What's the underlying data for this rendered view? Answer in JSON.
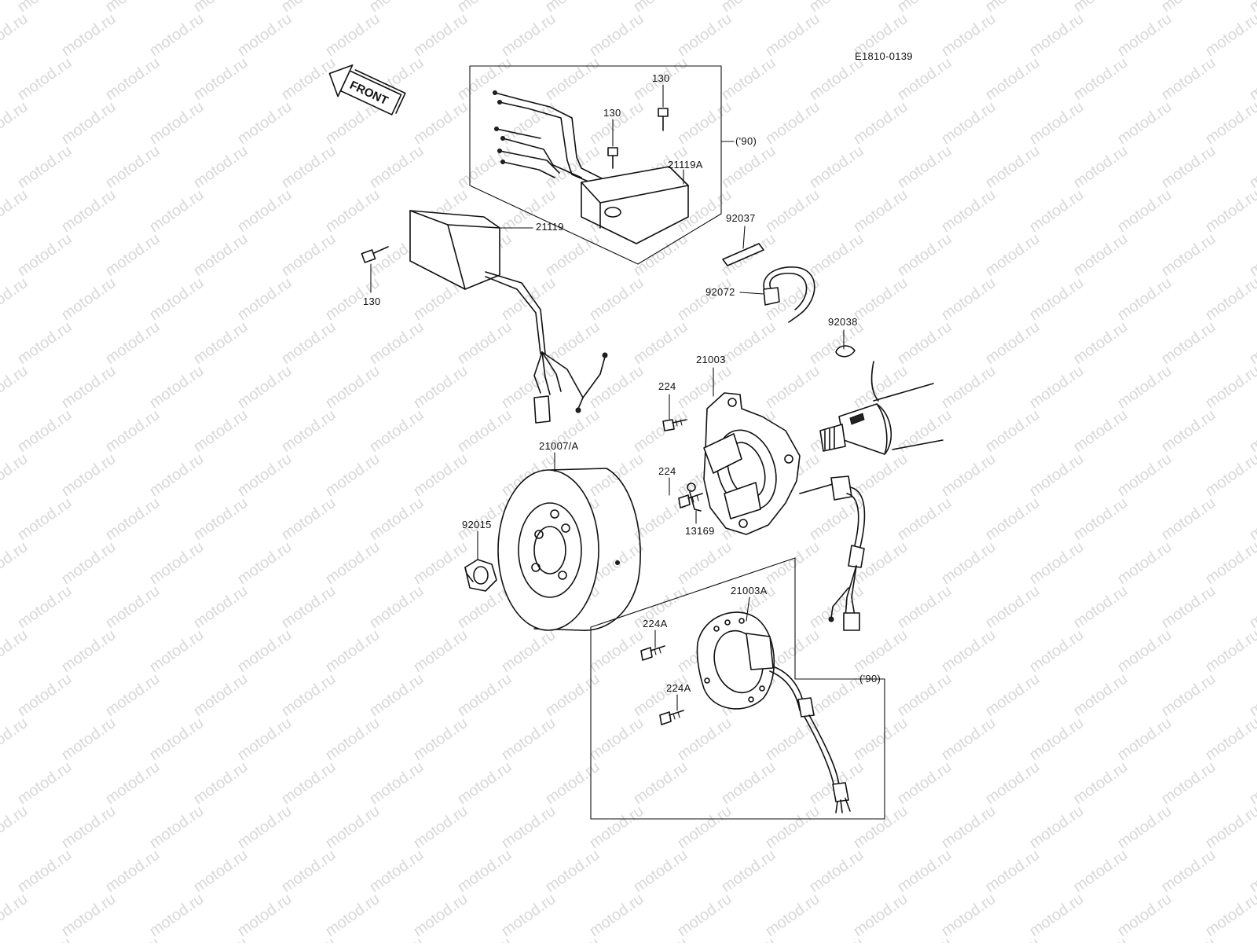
{
  "diagram_code": "E1810-0139",
  "front_label": "FRONT",
  "watermark": "motod.ru",
  "variant_label": "('90)",
  "parts": {
    "p130a": "130",
    "p130b": "130",
    "p130c": "130",
    "p21119A": "21119A",
    "p21119": "21119",
    "p92037": "92037",
    "p92072": "92072",
    "p92038": "92038",
    "p21003": "21003",
    "p224a": "224",
    "p224b": "224",
    "p21007A": "21007/A",
    "p92015": "92015",
    "p13169": "13169",
    "p21003A": "21003A",
    "p224Aa": "224A",
    "p224Ab": "224A"
  }
}
